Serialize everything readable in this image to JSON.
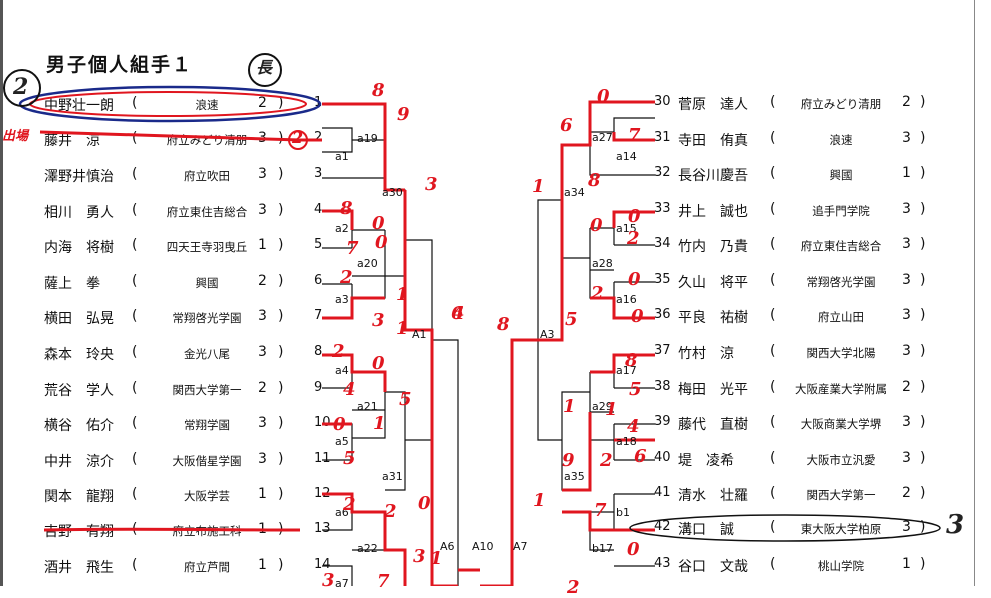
{
  "title": "男子個人組手１",
  "left_entries": [
    {
      "num": "1",
      "name": "中野壮一朗",
      "open": "(",
      "school": "浪速",
      "grade": "2",
      "close": ")"
    },
    {
      "num": "2",
      "name": "藤井　涼",
      "open": "(",
      "school": "府立みどり清朋",
      "grade": "3",
      "close": ")"
    },
    {
      "num": "3",
      "name": "澤野井慎治",
      "open": "(",
      "school": "府立吹田",
      "grade": "3",
      "close": ")"
    },
    {
      "num": "4",
      "name": "相川　勇人",
      "open": "(",
      "school": "府立東住吉総合",
      "grade": "3",
      "close": ")"
    },
    {
      "num": "5",
      "name": "内海　将樹",
      "open": "(",
      "school": "四天王寺羽曳丘",
      "grade": "1",
      "close": ")"
    },
    {
      "num": "6",
      "name": "薩上　拳",
      "open": "(",
      "school": "興國",
      "grade": "2",
      "close": ")"
    },
    {
      "num": "7",
      "name": "横田　弘晃",
      "open": "(",
      "school": "常翔啓光学園",
      "grade": "3",
      "close": ")"
    },
    {
      "num": "8",
      "name": "森本　玲央",
      "open": "(",
      "school": "金光八尾",
      "grade": "3",
      "close": ")"
    },
    {
      "num": "9",
      "name": "荒谷　学人",
      "open": "(",
      "school": "関西大学第一",
      "grade": "2",
      "close": ")"
    },
    {
      "num": "10",
      "name": "横谷　佑介",
      "open": "(",
      "school": "常翔学園",
      "grade": "3",
      "close": ")"
    },
    {
      "num": "11",
      "name": "中井　涼介",
      "open": "(",
      "school": "大阪偕星学園",
      "grade": "3",
      "close": ")"
    },
    {
      "num": "12",
      "name": "関本　龍翔",
      "open": "(",
      "school": "大阪学芸",
      "grade": "1",
      "close": ")"
    },
    {
      "num": "13",
      "name": "吉野　有翔",
      "open": "(",
      "school": "府立布施工科",
      "grade": "1",
      "close": ")"
    },
    {
      "num": "14",
      "name": "酒井　飛生",
      "open": "(",
      "school": "府立芦間",
      "grade": "1",
      "close": ")"
    }
  ],
  "right_entries": [
    {
      "num": "30",
      "name": "菅原　達人",
      "open": "(",
      "school": "府立みどり清朋",
      "grade": "2",
      "close": ")"
    },
    {
      "num": "31",
      "name": "寺田　侑真",
      "open": "(",
      "school": "浪速",
      "grade": "3",
      "close": ")"
    },
    {
      "num": "32",
      "name": "長谷川慶吾",
      "open": "(",
      "school": "興國",
      "grade": "1",
      "close": ")"
    },
    {
      "num": "33",
      "name": "井上　誠也",
      "open": "(",
      "school": "追手門学院",
      "grade": "3",
      "close": ")"
    },
    {
      "num": "34",
      "name": "竹内　乃貴",
      "open": "(",
      "school": "府立東住吉総合",
      "grade": "3",
      "close": ")"
    },
    {
      "num": "35",
      "name": "久山　将平",
      "open": "(",
      "school": "常翔啓光学園",
      "grade": "3",
      "close": ")"
    },
    {
      "num": "36",
      "name": "平良　祐樹",
      "open": "(",
      "school": "府立山田",
      "grade": "3",
      "close": ")"
    },
    {
      "num": "37",
      "name": "竹村　涼",
      "open": "(",
      "school": "関西大学北陽",
      "grade": "3",
      "close": ")"
    },
    {
      "num": "38",
      "name": "梅田　光平",
      "open": "(",
      "school": "大阪産業大学附属",
      "grade": "2",
      "close": ")"
    },
    {
      "num": "39",
      "name": "藤代　直樹",
      "open": "(",
      "school": "大阪商業大学堺",
      "grade": "3",
      "close": ")"
    },
    {
      "num": "40",
      "name": "堤　凌希",
      "open": "(",
      "school": "大阪市立汎愛",
      "grade": "3",
      "close": ")"
    },
    {
      "num": "41",
      "name": "清水　壮羅",
      "open": "(",
      "school": "関西大学第一",
      "grade": "2",
      "close": ")"
    },
    {
      "num": "42",
      "name": "溝口　誠",
      "open": "(",
      "school": "東大阪大学柏原",
      "grade": "3",
      "close": ")"
    },
    {
      "num": "43",
      "name": "谷口　文哉",
      "open": "(",
      "school": "桃山学院",
      "grade": "1",
      "close": ")"
    }
  ],
  "match_labels": {
    "a19": "a19",
    "a1": "a1",
    "a30": "a30",
    "a2": "a2",
    "a20": "a20",
    "a3": "a3",
    "A1": "A1",
    "a4": "a4",
    "a21": "a21",
    "a5": "a5",
    "a31": "a31",
    "a6": "a6",
    "a22": "a22",
    "a7": "a7",
    "A6": "A6",
    "A10": "A10",
    "A7": "A7",
    "a27": "a27",
    "a14": "a14",
    "a34": "a34",
    "a15": "a15",
    "a28": "a28",
    "a16": "a16",
    "A3": "A3",
    "a17": "a17",
    "a29": "a29",
    "a18": "a18",
    "a35": "a35",
    "b1": "b1",
    "b17": "b17"
  },
  "annotations": {
    "circled_2": "2",
    "circled_sign": "長",
    "withdraw_note": "出場",
    "circled_2b": "2",
    "score_3_right": "3",
    "scores": [
      "8",
      "9",
      "3",
      "4",
      "8",
      "1",
      "0",
      "7",
      "0",
      "2",
      "3",
      "1",
      "2",
      "0",
      "5",
      "4",
      "1",
      "0",
      "5",
      "0",
      "2",
      "3",
      "7",
      "1",
      "3",
      "2",
      "0",
      "6",
      "7",
      "1",
      "8",
      "0",
      "2",
      "0",
      "2",
      "0",
      "5",
      "8",
      "1",
      "1",
      "5",
      "4",
      "2",
      "6",
      "1",
      "7",
      "2",
      "8",
      "0",
      "0",
      "6",
      "9"
    ]
  },
  "colors": {
    "ink": "#111111",
    "red": "#e0161f",
    "blue": "#1a2a8a"
  }
}
